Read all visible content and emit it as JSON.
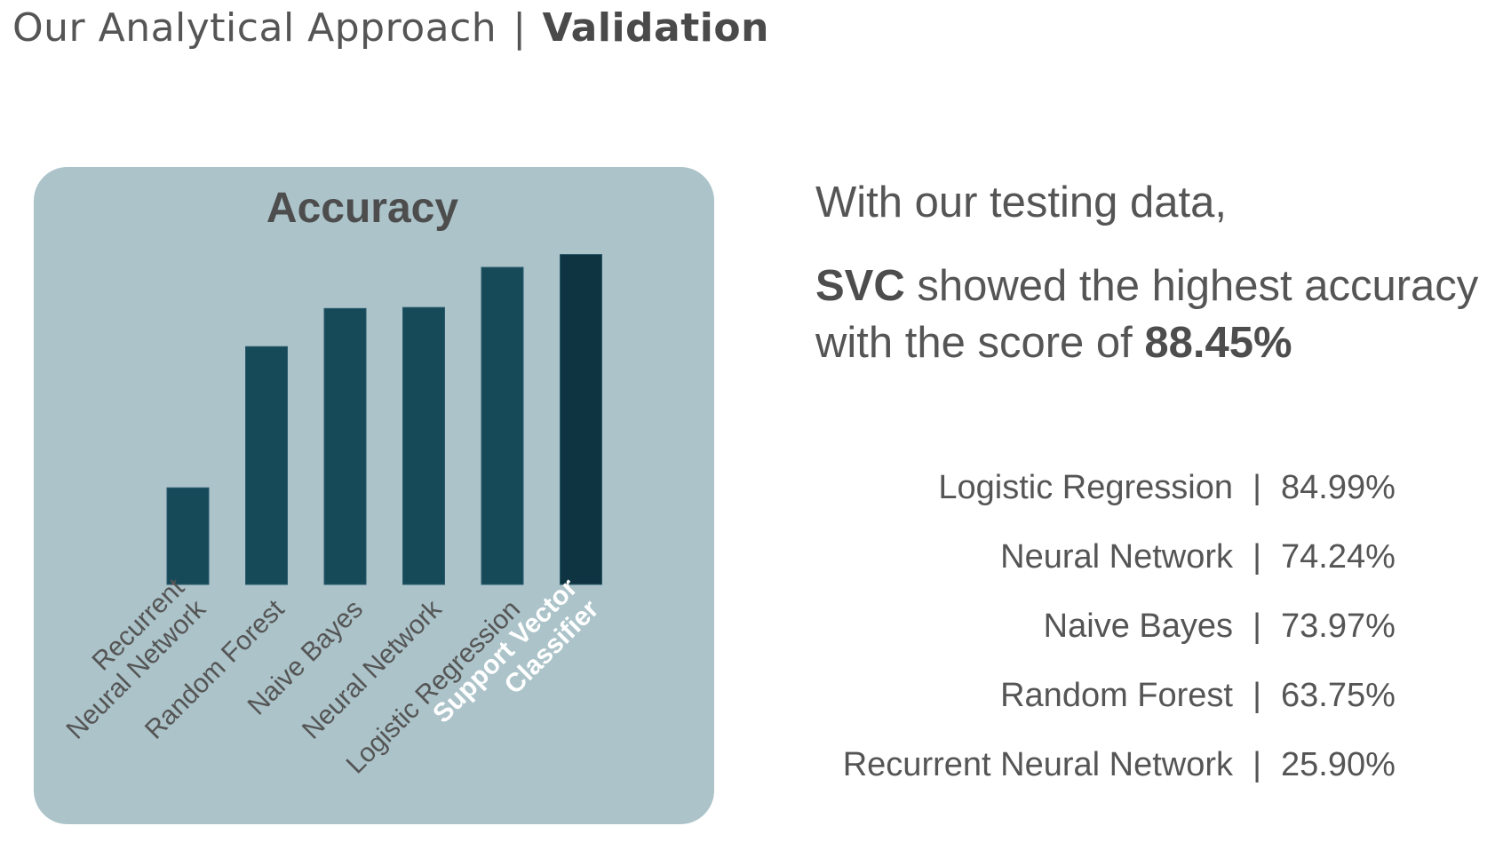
{
  "header": {
    "section": "Our Analytical Approach",
    "separator": "|",
    "topic": "Validation"
  },
  "headline": {
    "line1": "With our testing data,",
    "line2_bold": "SVC",
    "line2_rest": " showed the highest accuracy",
    "line3_prefix": "with the score of ",
    "line3_bold": "88.45%"
  },
  "results": [
    {
      "model": "Logistic Regression",
      "separator": "|",
      "score": "84.99%"
    },
    {
      "model": "Neural Network",
      "separator": "|",
      "score": "74.24%"
    },
    {
      "model": "Naive Bayes",
      "separator": "|",
      "score": "73.97%"
    },
    {
      "model": "Random Forest",
      "separator": "|",
      "score": "63.75%"
    },
    {
      "model": "Recurrent Neural Network",
      "separator": "|",
      "score": "25.90%"
    }
  ],
  "colors": {
    "card_background": "#abc3c9",
    "bar": "#164a58",
    "bar_highlight": "#0d3440",
    "label": "#555555",
    "label_highlight": "#ffffff"
  },
  "chart_data": {
    "type": "bar",
    "title": "Accuracy",
    "categories": [
      [
        "Recurrent",
        "Neural Network"
      ],
      [
        "Random Forest"
      ],
      [
        "Naive Bayes"
      ],
      [
        "Neural Network"
      ],
      [
        "Logistic Regression"
      ],
      [
        "Support Vector",
        "Classifier"
      ]
    ],
    "values": [
      25.9,
      63.75,
      73.97,
      74.24,
      84.99,
      88.45
    ],
    "highlight_index": 5,
    "xlabel": "",
    "ylabel": "",
    "ylim": [
      0,
      100
    ],
    "grid": false,
    "legend": "none"
  }
}
